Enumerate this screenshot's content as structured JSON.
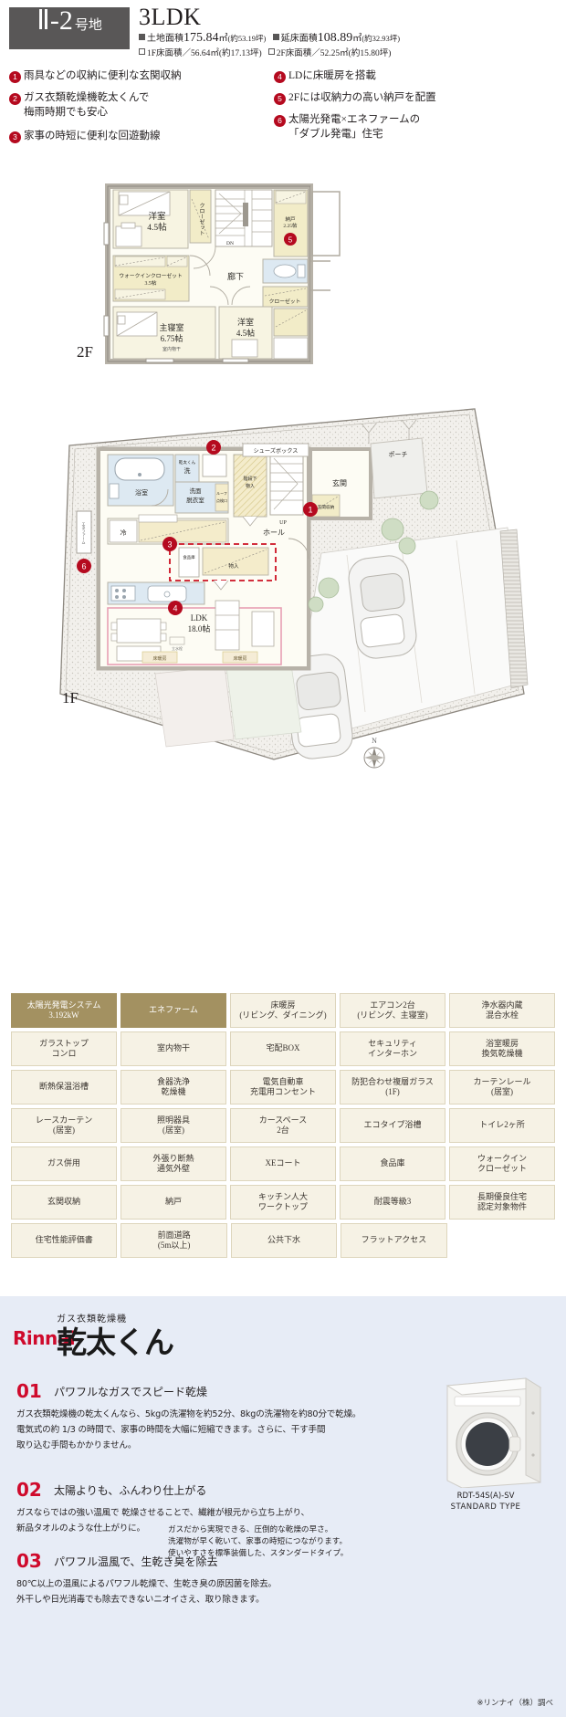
{
  "header": {
    "lot_number_main": "Ⅱ-2",
    "lot_number_suffix": "号地",
    "plan_type": "3LDK",
    "land_area_label": "土地面積",
    "land_area_value": "175.84",
    "land_area_unit": "㎡",
    "land_area_tsubo": "(約53.19坪)",
    "total_floor_label": "延床面積",
    "total_floor_value": "108.89",
    "total_floor_unit": "㎡",
    "total_floor_tsubo": "(約32.93坪)",
    "f1_area": "1F床面積／56.64㎡(約17.13坪)",
    "f2_area": "2F床面積／52.25㎡(約15.80坪)"
  },
  "features": [
    {
      "no": "1",
      "text": "雨具などの収納に便利な玄関収納"
    },
    {
      "no": "2",
      "text": "ガス衣類乾燥機乾太くんで\n梅雨時期でも安心"
    },
    {
      "no": "3",
      "text": "家事の時短に便利な回遊動線"
    },
    {
      "no": "4",
      "text": "LDに床暖房を搭載"
    },
    {
      "no": "5",
      "text": "2Fには収納力の高い納戸を配置"
    },
    {
      "no": "6",
      "text": "太陽光発電×エネファームの\n「ダブル発電」住宅"
    }
  ],
  "floor_plans": {
    "f2_label": "2F",
    "f1_label": "1F",
    "f2_rooms": [
      {
        "name": "洋室",
        "size": "4.5帖"
      },
      {
        "name": "クローゼット",
        "size": ""
      },
      {
        "name": "DN",
        "size": ""
      },
      {
        "name": "納戸",
        "size": "2.25帖"
      },
      {
        "name": "ウォークインクローゼット",
        "size": "3.5帖"
      },
      {
        "name": "廊下",
        "size": ""
      },
      {
        "name": "クローゼット",
        "size": ""
      },
      {
        "name": "主寝室",
        "size": "6.75帖"
      },
      {
        "name": "室内物干",
        "size": ""
      },
      {
        "name": "洋室",
        "size": "4.5帖"
      },
      {
        "name": "クローゼット",
        "size": ""
      }
    ],
    "f1_rooms": [
      {
        "name": "浴室",
        "size": ""
      },
      {
        "name": "乾太くん",
        "size": ""
      },
      {
        "name": "洗",
        "size": ""
      },
      {
        "name": "洗面\n脱衣室",
        "size": ""
      },
      {
        "name": "階段下\n物入",
        "size": ""
      },
      {
        "name": "シューズボックス",
        "size": ""
      },
      {
        "name": "ポーチ",
        "size": ""
      },
      {
        "name": "玄関",
        "size": ""
      },
      {
        "name": "玄関収納",
        "size": ""
      },
      {
        "name": "ホール",
        "size": ""
      },
      {
        "name": "冷",
        "size": ""
      },
      {
        "name": "食品庫",
        "size": ""
      },
      {
        "name": "物入",
        "size": ""
      },
      {
        "name": "LDK",
        "size": "18.0帖"
      },
      {
        "name": "床暖房",
        "size": ""
      },
      {
        "name": "UP",
        "size": ""
      }
    ],
    "compass": "N"
  },
  "spec_grid": {
    "rows": [
      [
        {
          "l1": "太陽光発電システム",
          "l2": "3.192kW",
          "highlight": true
        },
        {
          "l1": "エネファーム",
          "l2": "",
          "highlight": true
        },
        {
          "l1": "床暖房",
          "l2": "(リビング、ダイニング)",
          "highlight": false
        },
        {
          "l1": "エアコン2台",
          "l2": "(リビング、主寝室)",
          "highlight": false
        },
        {
          "l1": "浄水器内蔵",
          "l2": "混合水栓",
          "highlight": false
        }
      ],
      [
        {
          "l1": "ガラストップ",
          "l2": "コンロ",
          "highlight": false
        },
        {
          "l1": "室内物干",
          "l2": "",
          "highlight": false
        },
        {
          "l1": "宅配BOX",
          "l2": "",
          "highlight": false
        },
        {
          "l1": "セキュリティ",
          "l2": "インターホン",
          "highlight": false
        },
        {
          "l1": "浴室暖房",
          "l2": "換気乾燥機",
          "highlight": false
        }
      ],
      [
        {
          "l1": "断熱保温浴槽",
          "l2": "",
          "highlight": false
        },
        {
          "l1": "食器洗浄",
          "l2": "乾燥機",
          "highlight": false
        },
        {
          "l1": "電気自動車",
          "l2": "充電用コンセント",
          "highlight": false
        },
        {
          "l1": "防犯合わせ複層ガラス",
          "l2": "(1F)",
          "highlight": false
        },
        {
          "l1": "カーテンレール",
          "l2": "(居室)",
          "highlight": false
        }
      ],
      [
        {
          "l1": "レースカーテン",
          "l2": "(居室)",
          "highlight": false
        },
        {
          "l1": "照明器具",
          "l2": "(居室)",
          "highlight": false
        },
        {
          "l1": "カースペース",
          "l2": "2台",
          "highlight": false
        },
        {
          "l1": "エコタイプ浴槽",
          "l2": "",
          "highlight": false
        },
        {
          "l1": "トイレ2ヶ所",
          "l2": "",
          "highlight": false
        }
      ],
      [
        {
          "l1": "ガス併用",
          "l2": "",
          "highlight": false
        },
        {
          "l1": "外張り断熱",
          "l2": "通気外壁",
          "highlight": false
        },
        {
          "l1": "XEコート",
          "l2": "",
          "highlight": false
        },
        {
          "l1": "食品庫",
          "l2": "",
          "highlight": false
        },
        {
          "l1": "ウォークイン",
          "l2": "クローゼット",
          "highlight": false
        }
      ],
      [
        {
          "l1": "玄関収納",
          "l2": "",
          "highlight": false
        },
        {
          "l1": "納戸",
          "l2": "",
          "highlight": false
        },
        {
          "l1": "キッチン人大",
          "l2": "ワークトップ",
          "highlight": false
        },
        {
          "l1": "耐震等級3",
          "l2": "",
          "highlight": false
        },
        {
          "l1": "長期優良住宅",
          "l2": "認定対象物件",
          "highlight": false
        }
      ],
      [
        {
          "l1": "住宅性能評価書",
          "l2": "",
          "highlight": false
        },
        {
          "l1": "前面道路",
          "l2": "(5m以上)",
          "highlight": false
        },
        {
          "l1": "公共下水",
          "l2": "",
          "highlight": false
        },
        {
          "l1": "フラットアクセス",
          "l2": "",
          "highlight": false
        },
        {
          "l1": "",
          "l2": "",
          "highlight": false,
          "empty": true
        }
      ]
    ]
  },
  "rinnai": {
    "sub_label": "ガス衣類乾燥機",
    "brand": "Rinnai",
    "product_name": "乾太くん",
    "points": [
      {
        "no": "01",
        "heading": "パワフルなガスでスピード乾燥",
        "body": "ガス衣類乾燥機の乾太くんなら、5kgの洗濯物を約52分、8kgの洗濯物を約80分で乾燥。\n電気式の約 1/3 の時間で、家事の時間を大幅に短縮できます。さらに、干す手間\n取り込む手間もかかりません。"
      },
      {
        "no": "02",
        "heading": "太陽よりも、ふんわり仕上がる",
        "body": "ガスならではの強い温風で 乾燥させることで、繊維が根元から立ち上がり、\n新品タオルのような仕上がりに。"
      },
      {
        "no": "03",
        "heading": "パワフル温風で、生乾き臭を除去",
        "body": "80℃以上の温風によるパワフル乾燥で、生乾き臭の原因菌を除去。\n外干しや日光消毒でも除去できないニオイさえ、取り除きます。"
      }
    ],
    "model_number": "RDT-54S(A)-SV",
    "model_type": "STANDARD TYPE",
    "model_desc": "ガスだから実現できる、圧倒的な乾燥の早さ。\n洗濯物が早く乾いて、家事の時短につながります。\n使いやすさを標準装備した、スタンダードタイプ。",
    "footnote": "※リンナイ（株）調べ"
  }
}
